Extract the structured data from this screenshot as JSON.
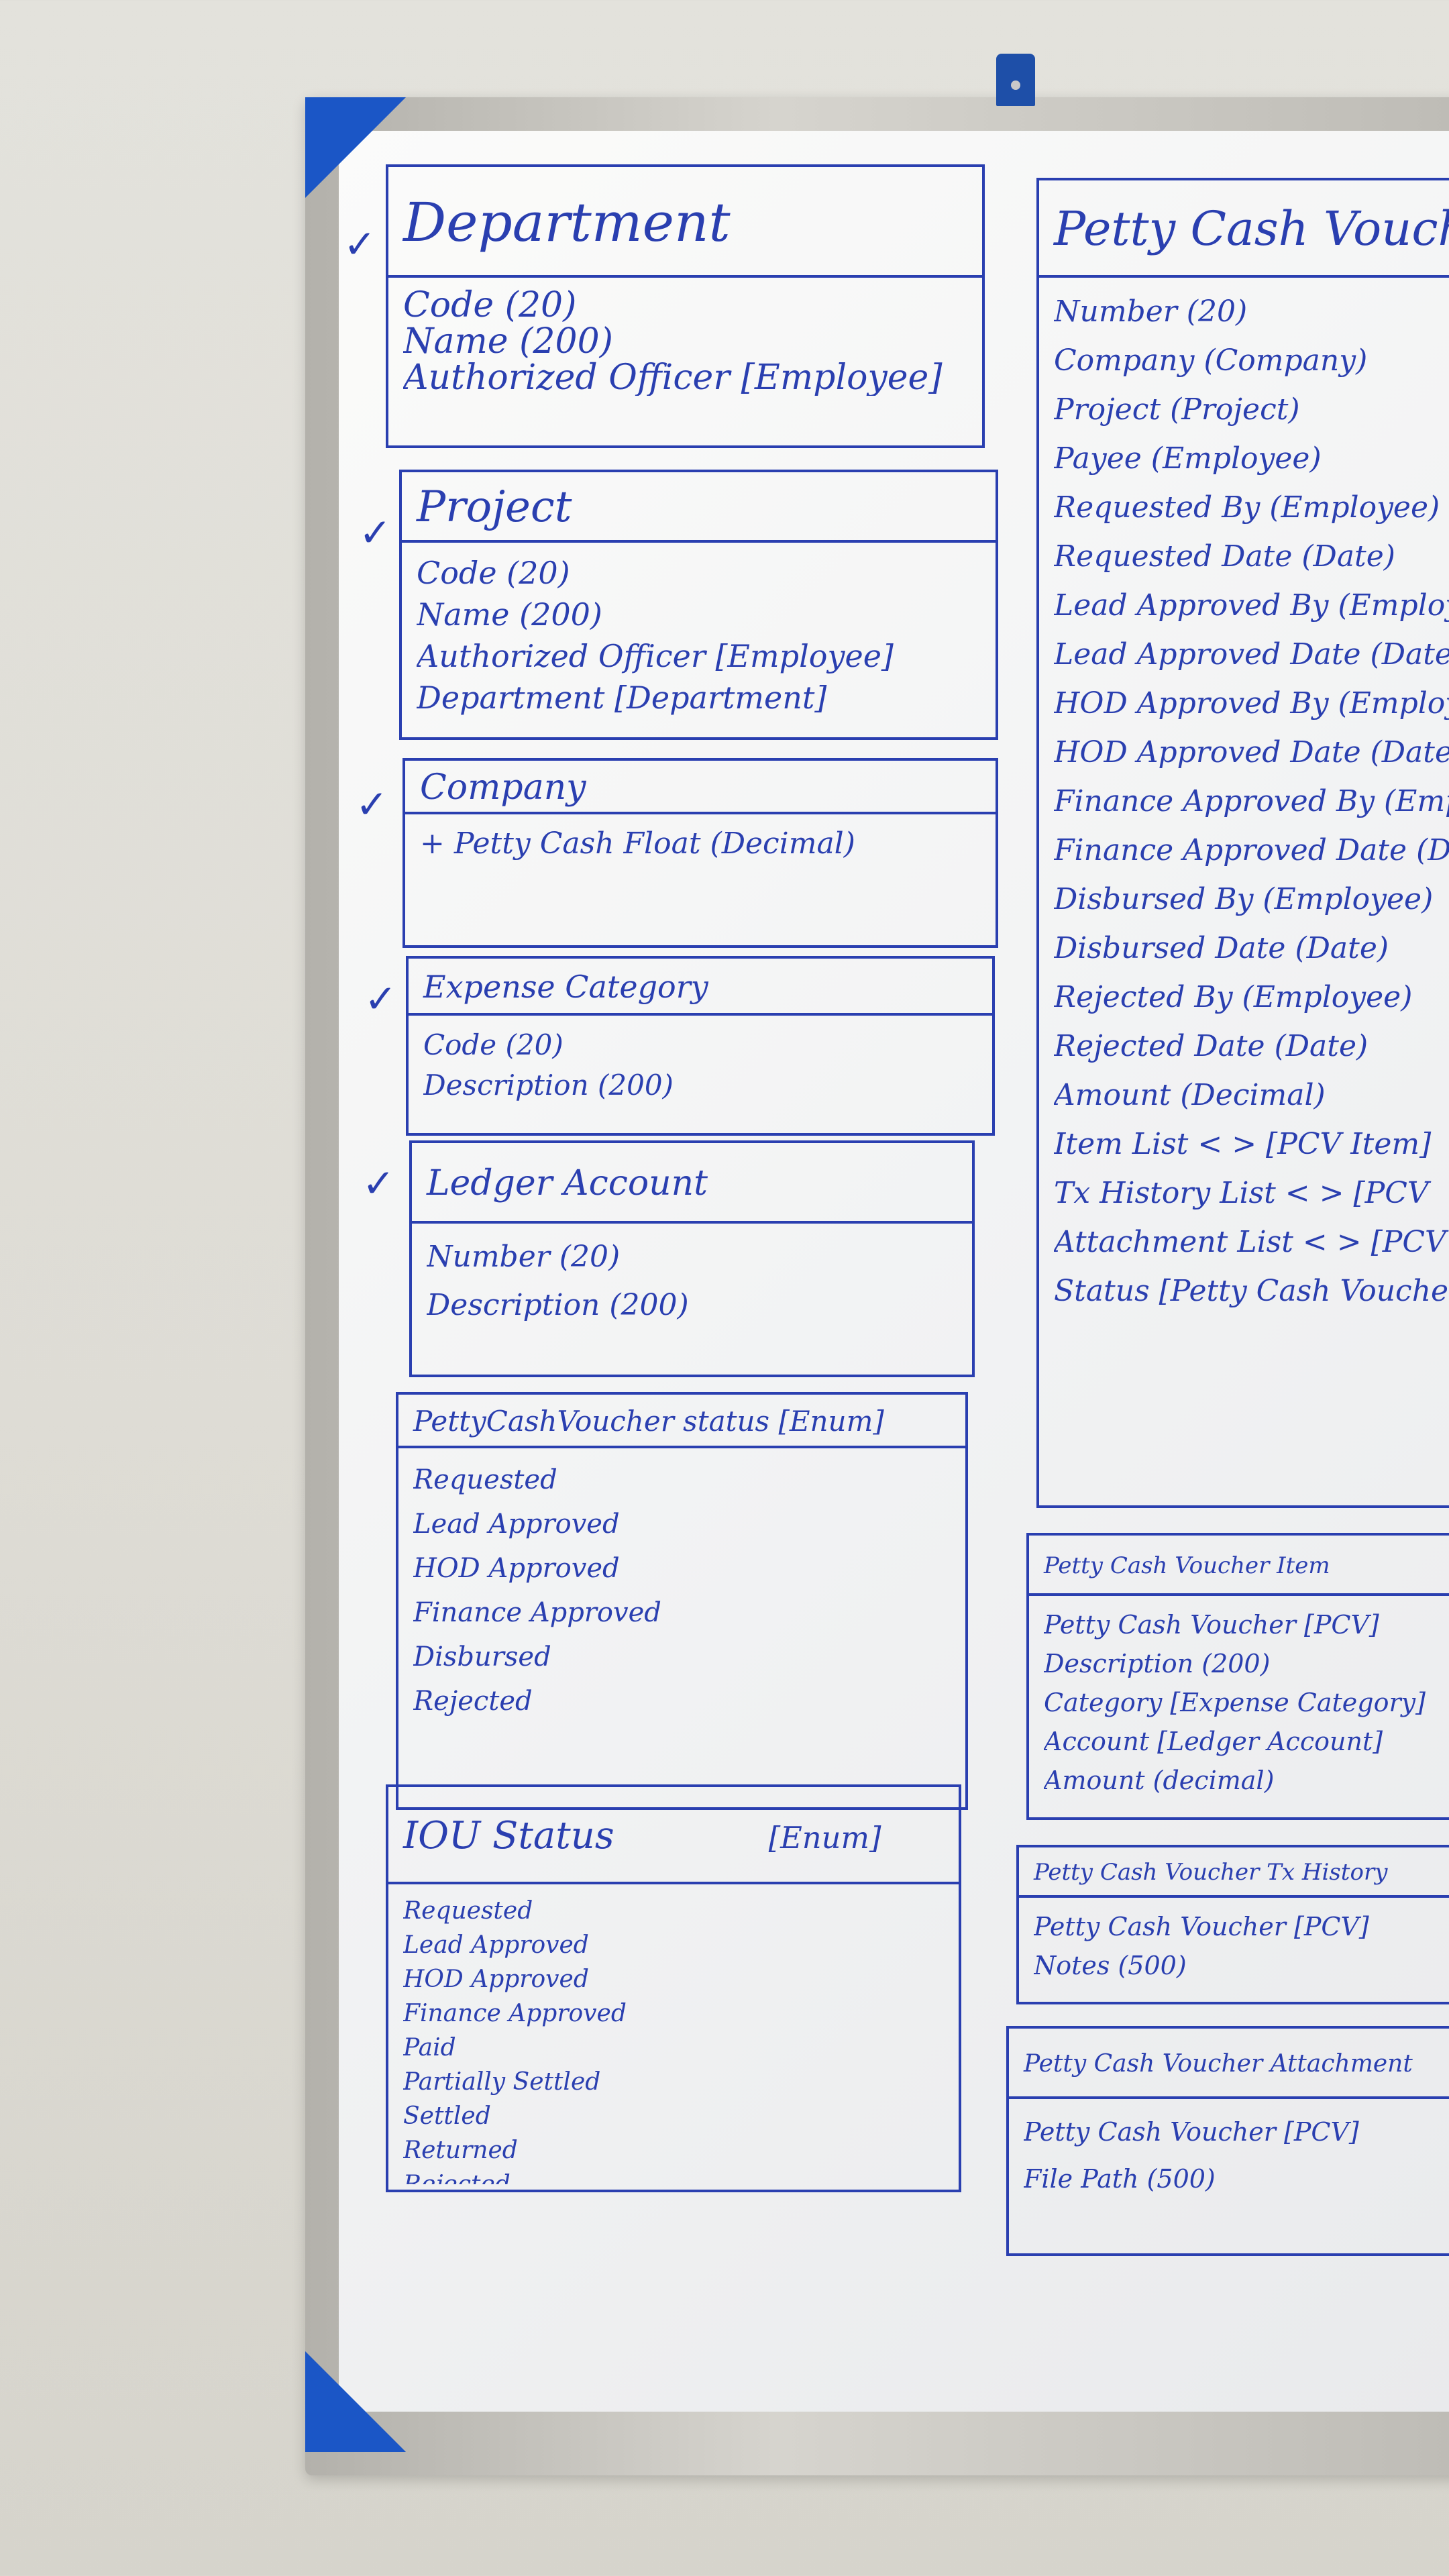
{
  "tick_mark": "✓",
  "boxes": {
    "department": {
      "title": "Department",
      "fields": [
        "Code (20)",
        "Name (200)",
        "Authorized Officer [Employee]"
      ]
    },
    "project": {
      "title": "Project",
      "fields": [
        "Code (20)",
        "Name (200)",
        "Authorized Officer [Employee]",
        "Department [Department]"
      ]
    },
    "company": {
      "title": "Company",
      "fields": [
        "+ Petty Cash Float (Decimal)"
      ]
    },
    "expense_category": {
      "title": "Expense Category",
      "fields": [
        "Code (20)",
        "Description (200)"
      ]
    },
    "ledger_account": {
      "title": "Ledger Account",
      "fields": [
        "Number (20)",
        "Description (200)"
      ]
    },
    "pcv_status": {
      "title": "PettyCashVoucher status [Enum]",
      "fields": [
        "Requested",
        "Lead Approved",
        "HOD Approved",
        "Finance Approved",
        "Disbursed",
        "Rejected"
      ]
    },
    "iou_status": {
      "title": "IOU Status",
      "tag": "[Enum]",
      "fields": [
        "Requested",
        "Lead Approved",
        "HOD Approved",
        "Finance Approved",
        "Paid",
        "Partially Settled",
        "Settled",
        "Returned",
        "Rejected"
      ]
    },
    "petty_cash_voucher": {
      "title": "Petty Cash Voucher",
      "fields": [
        "Number (20)",
        "Company (Company)",
        "Project (Project)",
        "Payee (Employee)",
        "Requested By (Employee)",
        "Requested Date (Date)",
        "Lead Approved By (Employee)",
        "Lead Approved Date (Date)",
        "HOD Approved By (Employee)",
        "HOD Approved Date (Date)",
        "Finance Approved By (Employee)",
        "Finance Approved Date (Date)",
        "Disbursed By (Employee)",
        "Disbursed Date (Date)",
        "Rejected By (Employee)",
        "Rejected Date (Date)",
        "Amount (Decimal)",
        "Item List < > [PCV Item]",
        "Tx History List < > [PCV",
        "Attachment List < > [PCV Att",
        "Status [Petty Cash Voucher S"
      ]
    },
    "pcv_item": {
      "title": "Petty Cash Voucher Item",
      "fields": [
        "Petty Cash Voucher [PCV]",
        "Description (200)",
        "Category [Expense Category]",
        "Account [Ledger Account]",
        "Amount (decimal)"
      ]
    },
    "pcv_tx_history": {
      "title": "Petty Cash Voucher Tx History",
      "fields": [
        "Petty Cash Voucher [PCV]",
        "Notes (500)"
      ]
    },
    "pcv_attachment": {
      "title": "Petty Cash Voucher Attachment",
      "fields": [
        "Petty Cash Voucher [PCV]",
        "File Path (500)"
      ]
    }
  }
}
